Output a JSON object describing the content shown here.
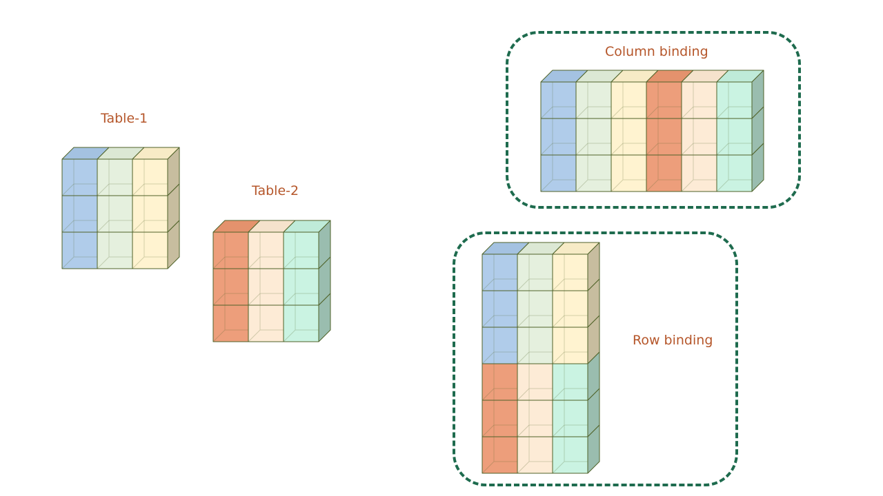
{
  "labels": {
    "table1": "Table-1",
    "table2": "Table-2",
    "column_binding": "Column binding",
    "row_binding": "Row binding"
  },
  "colors": {
    "blue": "#a9c8e8",
    "green": "#e3efdb",
    "yellow": "#fff2cc",
    "orange": "#eb9670",
    "peach": "#fde9d2",
    "mint": "#c5f2e0",
    "edge": "#4f6228",
    "label": "#b5562a",
    "dash": "#1e6b4e"
  },
  "tables": {
    "table1": {
      "rows": 3,
      "columns": [
        "blue",
        "green",
        "yellow"
      ]
    },
    "table2": {
      "rows": 3,
      "columns": [
        "orange",
        "peach",
        "mint"
      ]
    },
    "column_binding": {
      "rows": 3,
      "columns": [
        "blue",
        "green",
        "yellow",
        "orange",
        "peach",
        "mint"
      ]
    },
    "row_binding": {
      "blocks": [
        {
          "rows": 3,
          "columns": [
            "blue",
            "green",
            "yellow"
          ]
        },
        {
          "rows": 3,
          "columns": [
            "orange",
            "peach",
            "mint"
          ]
        }
      ]
    }
  }
}
